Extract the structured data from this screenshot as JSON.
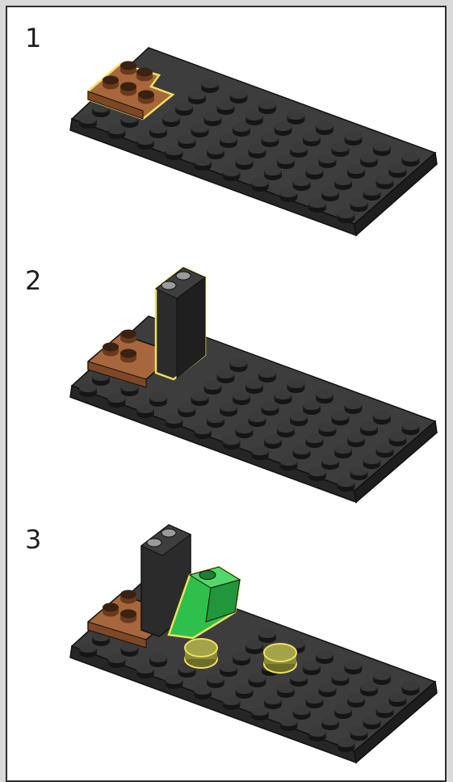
{
  "instructions": {
    "steps": [
      {
        "number": "1"
      },
      {
        "number": "2"
      },
      {
        "number": "3"
      }
    ]
  },
  "colors": {
    "background": "#d9d9d9",
    "page": "#ffffff",
    "baseplate": "#2f2f2f",
    "stud": "#1c1c1c",
    "brown_plate": "#a7663b",
    "black_bracket": "#2b2b2b",
    "green_slope": "#2ec04a",
    "olive_round": "#9a9a40",
    "highlight": "#f0e060"
  }
}
